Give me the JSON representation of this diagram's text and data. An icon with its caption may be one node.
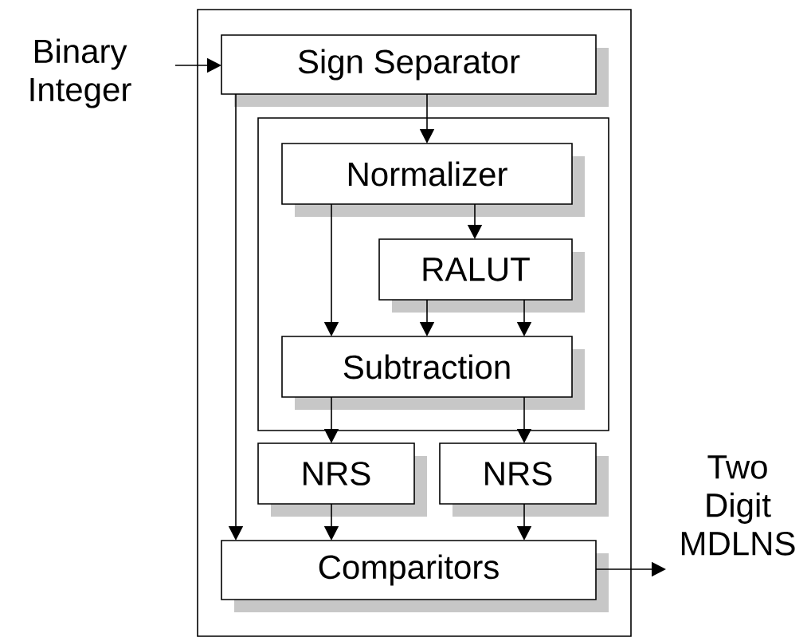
{
  "diagram": {
    "nodes": [
      {
        "text": [],
        "shape": "box"
      },
      {
        "text": [
          "Sign Separator"
        ],
        "in": 0
      },
      {
        "text": [],
        "shape": "box",
        "in": 0
      },
      {
        "text": [
          "Normalizer"
        ],
        "in": 2
      },
      {
        "text": [
          "RALUT"
        ],
        "in": 2
      },
      {
        "text": [
          "Subtraction"
        ],
        "in": 2
      },
      {
        "text": [
          "NRS"
        ],
        "in": 0
      },
      {
        "text": [
          "NRS"
        ],
        "in": 0
      },
      {
        "text": [
          "Comparitors"
        ],
        "in": 0
      },
      {
        "text": [
          "Binary Integer"
        ]
      },
      {
        "text": [
          "Two Digit MDLNS"
        ]
      }
    ],
    "edges": [
      {
        "from": 9,
        "to": 1,
        "arrow": "to"
      },
      {
        "from": 1,
        "to": 3,
        "arrow": "to"
      },
      {
        "from": 3,
        "to": 4,
        "arrow": "to"
      },
      {
        "from": 3,
        "to": 5,
        "arrow": "to"
      },
      {
        "from": 4,
        "to": 5,
        "arrow": "to"
      },
      {
        "from": 4,
        "to": 5,
        "arrow": "to"
      },
      {
        "from": 5,
        "to": 6,
        "arrow": "to"
      },
      {
        "from": 5,
        "to": 7,
        "arrow": "to"
      },
      {
        "from": 6,
        "to": 8,
        "arrow": "to"
      },
      {
        "from": 7,
        "to": 8,
        "arrow": "to"
      },
      {
        "from": 1,
        "to": 8,
        "arrow": "to"
      },
      {
        "from": 8,
        "to": 10,
        "arrow": "to"
      }
    ]
  }
}
